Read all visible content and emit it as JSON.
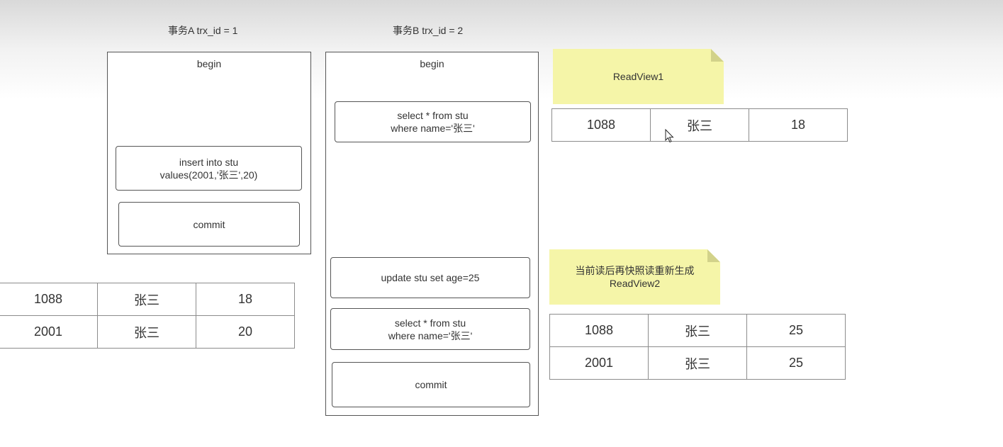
{
  "txn_a": {
    "title": "事务A trx_id = 1",
    "begin": "begin",
    "insert": "insert into stu\nvalues(2001,'张三',20)",
    "commit": "commit"
  },
  "txn_b": {
    "title": "事务B trx_id = 2",
    "begin": "begin",
    "select1": "select * from stu\nwhere name='张三'",
    "update": "update stu set age=25",
    "select2": "select * from stu\nwhere name='张三'",
    "commit": "commit"
  },
  "base_table": {
    "rows": [
      [
        "1088",
        "张三",
        "18"
      ],
      [
        "2001",
        "张三",
        "20"
      ]
    ]
  },
  "readview1": {
    "note": "ReadView1",
    "rows": [
      [
        "1088",
        "张三",
        "18"
      ]
    ]
  },
  "readview2": {
    "note": "当前读后再快照读重新生成\nReadView2",
    "rows": [
      [
        "1088",
        "张三",
        "25"
      ],
      [
        "2001",
        "张三",
        "25"
      ]
    ]
  },
  "colors": {
    "note_fill": "#f5f5a8",
    "border": "#555555",
    "grid_border": "#8c8c8c"
  }
}
